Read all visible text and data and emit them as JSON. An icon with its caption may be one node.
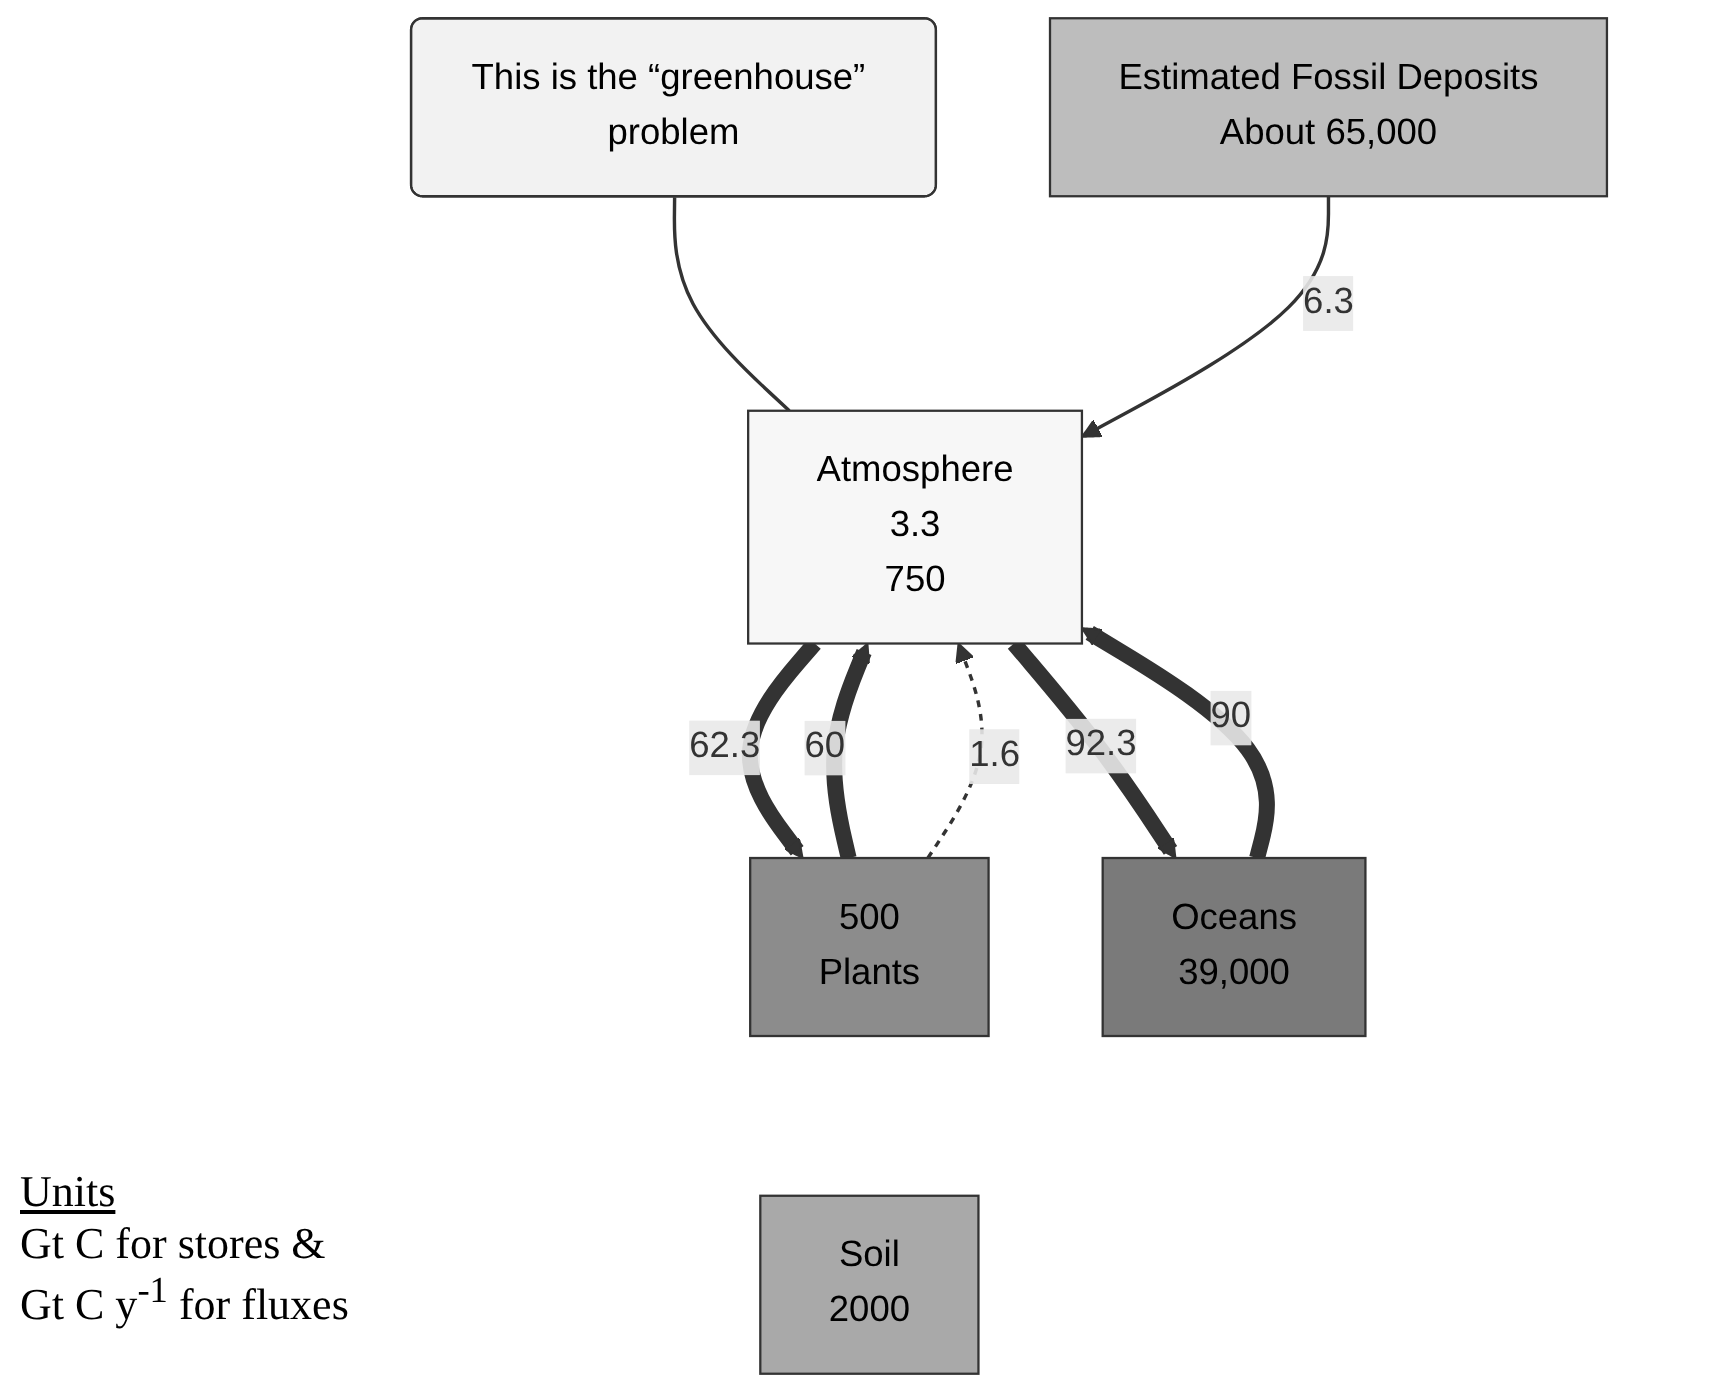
{
  "diagram": {
    "nodes": [
      {
        "text": [
          "This is the “greenhouse” problem"
        ]
      },
      {
        "text": [
          "Atmosphere",
          "3.3",
          "750"
        ]
      },
      {
        "text": [
          "500",
          "Plants"
        ]
      },
      {
        "text": [
          "Soil",
          "2000"
        ]
      },
      {
        "text": [
          "Estimated Fossil Deposits",
          "About 65,000"
        ]
      },
      {
        "text": [
          "Oceans",
          "39,000"
        ]
      }
    ],
    "edges": [
      {
        "from": 0,
        "to": 1,
        "arrow": "none"
      },
      {
        "from": 1,
        "to": 2,
        "arrow": "to",
        "label": "62.3"
      },
      {
        "from": 2,
        "to": 1,
        "arrow": "to",
        "label": "60"
      },
      {
        "from": 2,
        "to": 1,
        "arrow": "to",
        "label": "1.6",
        "style": "dashed"
      },
      {
        "from": 1,
        "to": 5,
        "arrow": "to",
        "label": "92.3"
      },
      {
        "from": 5,
        "to": 1,
        "arrow": "to",
        "label": "90"
      },
      {
        "from": 4,
        "to": 1,
        "arrow": "to",
        "label": "6.3"
      }
    ],
    "labels": [
      "Units",
      "Gt C for stores &",
      "Gt C y$^{-1}$ for fluxes"
    ]
  }
}
